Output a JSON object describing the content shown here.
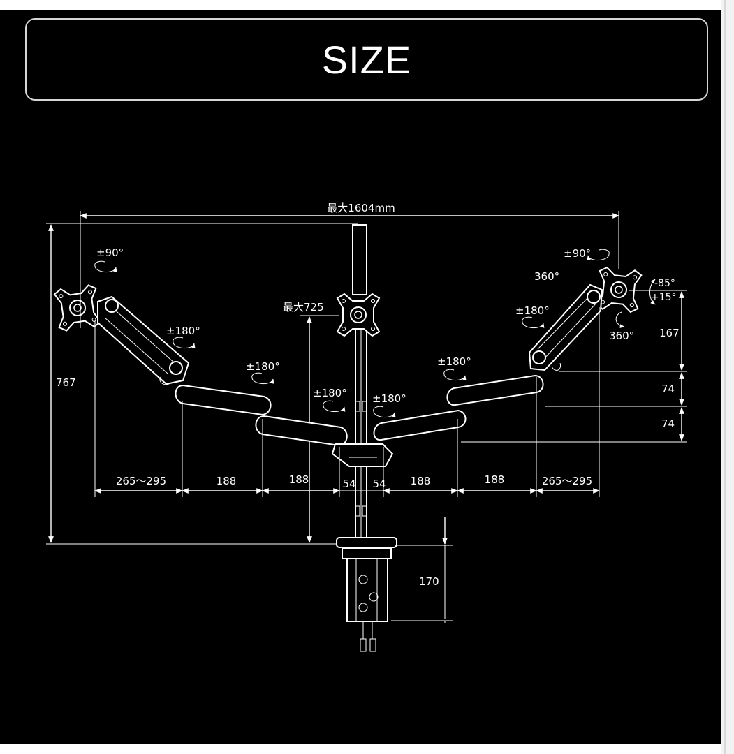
{
  "title": "SIZE",
  "dimensions": {
    "max_width": "最大1604mm",
    "max_height_center": "最大725",
    "total_height": "767",
    "right_top": "167",
    "right_mid1": "74",
    "right_mid2": "74",
    "clamp_height": "170",
    "bottom_left_reach": "265～295",
    "bottom_188_a": "188",
    "bottom_188_b": "188",
    "bottom_54_a": "54",
    "bottom_54_b": "54",
    "bottom_188_c": "188",
    "bottom_188_d": "188",
    "bottom_right_reach": "265～295"
  },
  "angles": {
    "left_plate_rotate": "±90°",
    "left_upper_swivel": "±180°",
    "left_mid_swivel": "±180°",
    "center_left_swivel": "±180°",
    "center_right_swivel": "±180°",
    "right_mid_swivel": "±180°",
    "right_upper_swivel": "±180°",
    "right_plate_rotate": "±90°",
    "right_360_top": "360°",
    "right_tilt_up": "-85°",
    "right_tilt_down": "+15°",
    "right_360_bottom": "360°"
  },
  "colors": {
    "background": "#000000",
    "lines": "#ffffff",
    "frame": "#d6d6d6"
  }
}
